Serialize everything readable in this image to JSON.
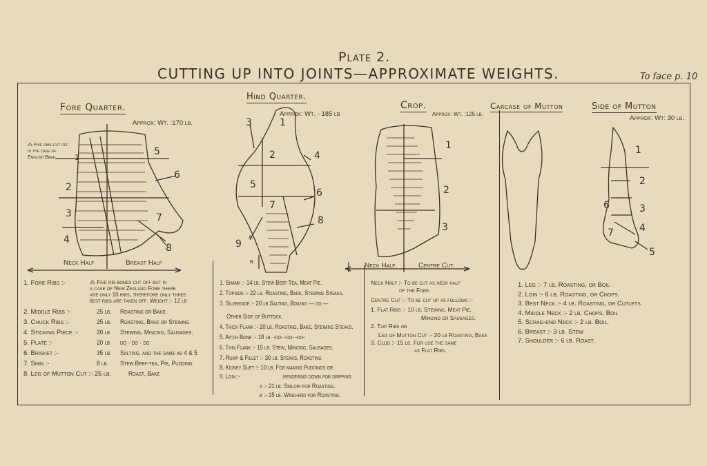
{
  "plate": "Plate 2.",
  "title": "CUTTING UP INTO JOINTS—APPROXIMATE WEIGHTS.",
  "to_face": "To face p. 10",
  "fore": {
    "heading": "Fore Quarter.",
    "weight": "Approx: Wt. :170 lb.",
    "note": "⁂ Five ribs cut off in the case of English Beef",
    "note_num": "1",
    "labels": [
      "5",
      "6",
      "2",
      "3",
      "7",
      "4",
      "8"
    ],
    "neck": "Neck Half",
    "breast": "Breast Half",
    "items": [
      {
        "name": "1. Fore Ribs :-",
        "desc": [
          "⁂ Five rib bones cut off but in",
          "a case of New Zealand Fore there",
          "are only 10 ribs, therefore only three",
          "best ribs are taken off. Weight :- 12 lb"
        ]
      },
      {
        "name": "2. Middle Ribs :-",
        "wt": "25 lb.",
        "use": "Roasting or Bake"
      },
      {
        "name": "3. Chuck Ribs :-",
        "wt": "25 lb.",
        "use": "Roasting, Bake or Stewing"
      },
      {
        "name": "4. Sticking Piece :-",
        "wt": "20 lb",
        "use": "Stewing, Mincing, Sausages."
      },
      {
        "name": "5. Plate :-",
        "wt": "20 lb",
        "use": "do · do · do"
      },
      {
        "name": "6. Brisket :-",
        "wt": "35 lb.",
        "use": "Salting, and the same as 4 & 5"
      },
      {
        "name": "7. Shin :-",
        "wt": "8 lb.",
        "use": "Stew Beef-tea, Pie, Pudding."
      },
      {
        "name": "8. Leg of Mutton Cut :- 25 lb.",
        "wt": "",
        "use": "Roast, Bake"
      }
    ]
  },
  "hind": {
    "heading": "Hind Quarter.",
    "weight": "Approx: Wt. - 185 lb",
    "labels": [
      "3",
      "1",
      "2",
      "4",
      "5",
      "6",
      "7",
      "8",
      "9",
      "a.",
      "b."
    ],
    "items": [
      "1. Shank :- 14 lb. Stew Beef Tea, Meat Pie.",
      "2. Topside :- 22 lb. Roasting, Bake, Stewing Steaks.",
      "3. Silverside :- 20 lb Salting, Boiling — do —",
      "Other Side of Buttock.",
      "4. Thick Flank :- 20 lb. Roasting, Bake, Stewing Steaks.",
      "5. Aitch Bone :- 18 lb. -do- -do- -do-",
      "6. Thin Flank :- 15 lb. Stew, Mincing, Sausages.",
      "7. Rump & Fillet :- 30 lb. Steaks, Roasting",
      "8. Kidney Suet :- 10 lb. For making Puddings or",
      "rendering down for dripping",
      "9. Loin :-",
      "a :- 21 lb. Sirloin for Roasting.",
      "b :- 15 lb. Wing-end for Roasting."
    ]
  },
  "crop": {
    "heading": "Crop.",
    "weight": "Approx: Wt. :125 lb.",
    "labels": [
      "1",
      "2",
      "3"
    ],
    "neck": "Neck Half.",
    "centre": "Centre Cut.",
    "items": [
      "Neck Half :- To be cut as neck half",
      "of the Fore.",
      "Centre Cut :- To be cut up as follows :-",
      "1. Flat Ribs :- 10 lb. Stewing, Meat Pie,",
      "Mincing or Sausages.",
      "2. Top Ribs or",
      "Leg of Mutton Cut :- 20 lb Roasting, Bake",
      "3. Clod :- 15 lb. For use the same",
      "as Flat Ribs."
    ]
  },
  "carcase": {
    "heading": "Carcase of Mutton"
  },
  "side": {
    "heading": "Side of Mutton",
    "weight": "Approx: Wt: 30 lb.",
    "labels": [
      "1",
      "2",
      "6",
      "3",
      "7",
      "4",
      "5"
    ],
    "items": [
      "1. Leg :- 7 lb. Roasting, or Boil",
      "2. Loin :- 6 lb. Roasting, or Chops.",
      "3. Best Neck :- 4 lb. Roasting, or Cutlets.",
      "4. Middle Neck :- 2 lb. Chops, Boil",
      "5. Scrag-end Neck :- 2 lb. Boil.",
      "6. Breast :- 3 lb. Stew",
      "7. Shoulder :- 6 lb. Roast."
    ]
  }
}
